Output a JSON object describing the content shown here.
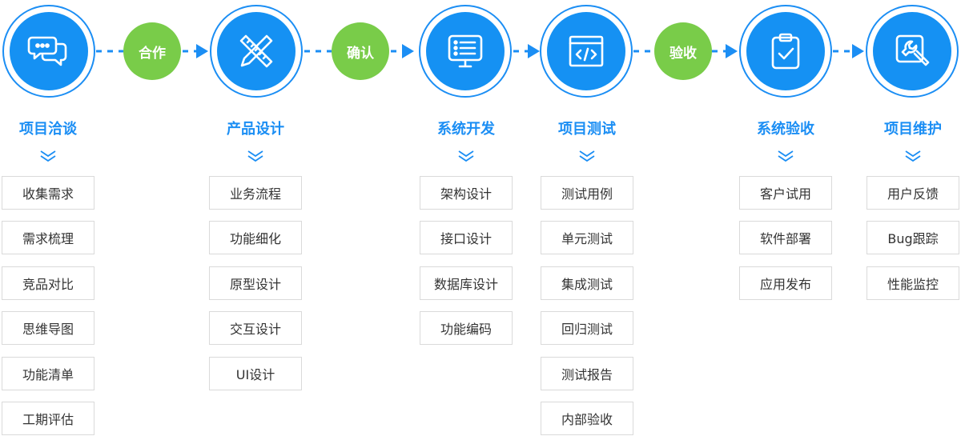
{
  "colors": {
    "primary": "#1591f3",
    "accent_green": "#79cc49",
    "text": "#333333",
    "border": "#dadada"
  },
  "stages": [
    {
      "id": "s1",
      "icon": "chat-bubbles-icon",
      "title": "项目洽谈",
      "items": [
        "收集需求",
        "需求梳理",
        "竞品对比",
        "思维导图",
        "功能清单",
        "工期评估"
      ]
    },
    {
      "id": "s2",
      "icon": "ruler-pencil-icon",
      "title": "产品设计",
      "items": [
        "业务流程",
        "功能细化",
        "原型设计",
        "交互设计",
        "UI设计"
      ]
    },
    {
      "id": "s3",
      "icon": "monitor-list-icon",
      "title": "系统开发",
      "items": [
        "架构设计",
        "接口设计",
        "数据库设计",
        "功能编码"
      ]
    },
    {
      "id": "s4",
      "icon": "code-window-icon",
      "title": "项目测试",
      "items": [
        "测试用例",
        "单元测试",
        "集成测试",
        "回归测试",
        "测试报告",
        "内部验收"
      ]
    },
    {
      "id": "s5",
      "icon": "clipboard-check-icon",
      "title": "系统验收",
      "items": [
        "客户试用",
        "软件部署",
        "应用发布"
      ]
    },
    {
      "id": "s6",
      "icon": "wrench-icon",
      "title": "项目维护",
      "items": [
        "用户反馈",
        "Bug跟踪",
        "性能监控"
      ]
    }
  ],
  "connector_labels": [
    "合作",
    "确认",
    "验收"
  ]
}
